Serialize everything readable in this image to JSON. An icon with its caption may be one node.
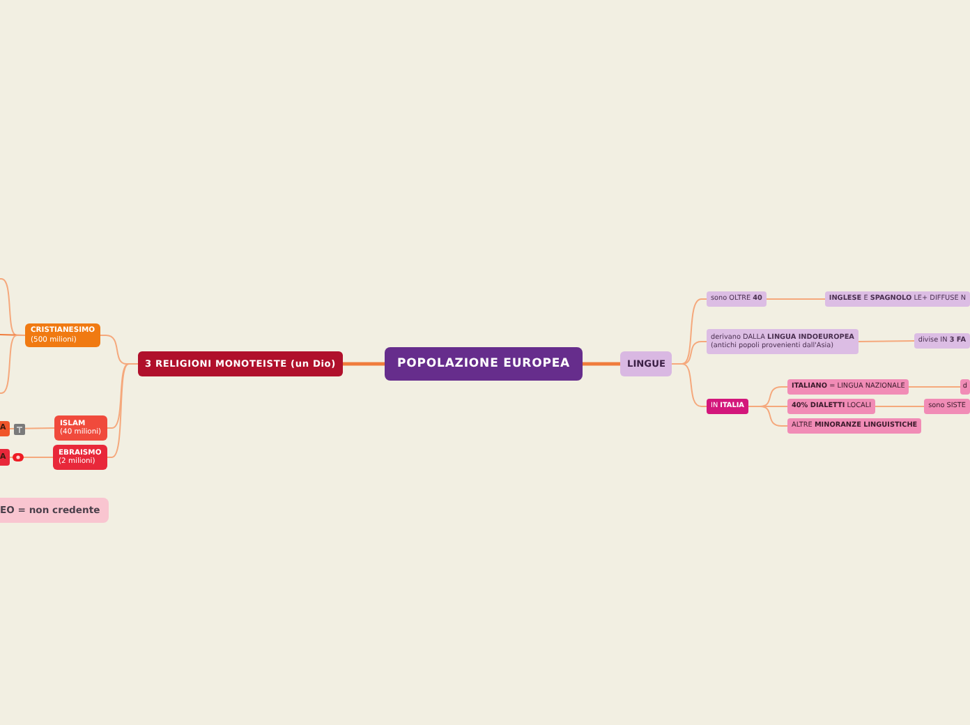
{
  "diagram": {
    "nodes": [
      {
        "text": [
          "POPOLAZIONE EUROPEA"
        ]
      },
      {
        "text": [
          "3 RELIGIONI MONOTEISTE (un Dio)"
        ]
      },
      {
        "text": [
          "CRISTIANESIMO",
          "(500 milioni)"
        ]
      },
      {
        "text": [
          "ISLAM",
          "(40 milioni)"
        ]
      },
      {
        "text": [
          "EBRAISMO",
          "(2 milioni)"
        ]
      },
      {
        "text": [
          "A"
        ]
      },
      {
        "text": [
          "A"
        ]
      },
      {
        "text": [
          "EO = non credente"
        ]
      },
      {
        "text": [
          "LINGUE"
        ]
      },
      {
        "text": [
          "sono OLTRE **40**"
        ]
      },
      {
        "text": [
          "**INGLESE** E **SPAGNOLO** LE+ DIFFUSE N"
        ]
      },
      {
        "text": [
          "derivano DALLA **LINGUA INDOEUROPEA**",
          "(antichi popoli provenienti dall'Asia)"
        ]
      },
      {
        "text": [
          "divise IN **3 FA**"
        ]
      },
      {
        "text": [
          "IN **ITALIA**"
        ]
      },
      {
        "text": [
          "**ITALIANO** = LINGUA NAZIONALE"
        ]
      },
      {
        "text": [
          "d"
        ]
      },
      {
        "text": [
          "**40% DIALETTI** LOCALI"
        ]
      },
      {
        "text": [
          "sono SISTE"
        ]
      },
      {
        "text": [
          "ALTRE **MINORANZE LINGUISTICHE**"
        ]
      }
    ],
    "edges": [
      {
        "from": 0,
        "to": 1,
        "arrow": "none",
        "style": "thick",
        "color": "#f07c3c"
      },
      {
        "from": 0,
        "to": 8,
        "arrow": "none",
        "style": "thick",
        "color": "#f07c3c"
      },
      {
        "from": 1,
        "to": 2,
        "arrow": "none"
      },
      {
        "from": 1,
        "to": 3,
        "arrow": "none"
      },
      {
        "from": 1,
        "to": 4,
        "arrow": "none"
      },
      {
        "from": 2,
        "to": null,
        "arrow": "none"
      },
      {
        "from": 2,
        "to": null,
        "arrow": "none",
        "color": "#f07c3c"
      },
      {
        "from": 2,
        "to": null,
        "arrow": "none"
      },
      {
        "from": 3,
        "to": 5,
        "arrow": "none"
      },
      {
        "from": 4,
        "to": 6,
        "arrow": "none"
      },
      {
        "from": 8,
        "to": 9,
        "arrow": "none"
      },
      {
        "from": 8,
        "to": 11,
        "arrow": "none"
      },
      {
        "from": 8,
        "to": 13,
        "arrow": "none"
      },
      {
        "from": 9,
        "to": 10,
        "arrow": "none"
      },
      {
        "from": 11,
        "to": 12,
        "arrow": "none"
      },
      {
        "from": 13,
        "to": 14,
        "arrow": "none"
      },
      {
        "from": 13,
        "to": 16,
        "arrow": "none"
      },
      {
        "from": 13,
        "to": 18,
        "arrow": "none"
      },
      {
        "from": 14,
        "to": 15,
        "arrow": "none"
      },
      {
        "from": 16,
        "to": 17,
        "arrow": "none"
      }
    ]
  }
}
